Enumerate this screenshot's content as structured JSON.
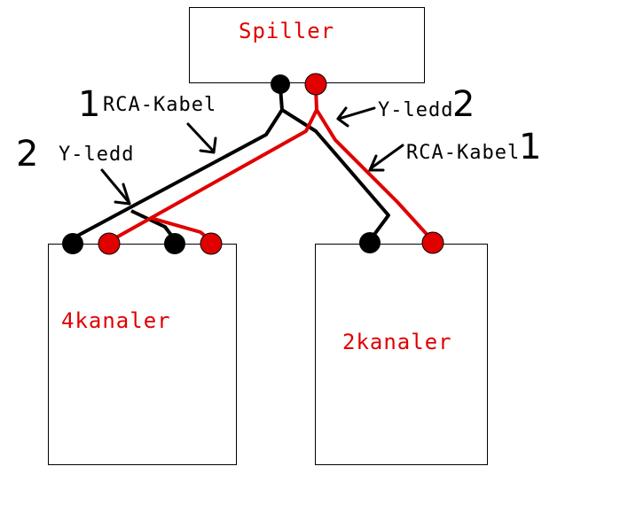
{
  "colors": {
    "black": "#000000",
    "red": "#e00000",
    "label_red": "#e00000"
  },
  "player": {
    "label": "Spiller"
  },
  "amp_left": {
    "label": "4kanaler"
  },
  "amp_right": {
    "label": "2kanaler"
  },
  "annotations": {
    "rca_left": {
      "number": "1",
      "text": "RCA-Kabel"
    },
    "yledd_left": {
      "number": "2",
      "text": "Y-ledd"
    },
    "yledd_right": {
      "number": "2",
      "text": "Y-ledd"
    },
    "rca_right": {
      "number": "1",
      "text": "RCA-Kabel"
    }
  }
}
